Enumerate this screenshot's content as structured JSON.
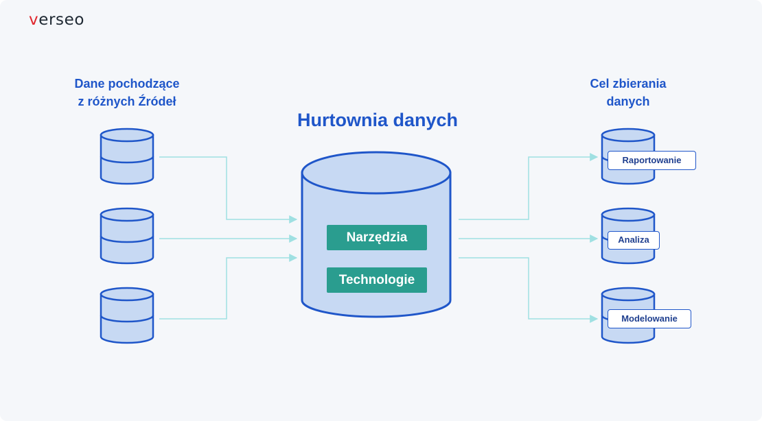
{
  "logo": {
    "text_prefix": "v",
    "text_rest": "erseo"
  },
  "sources": {
    "line1": "Dane pochodzące",
    "line2": "z różnych Źródeł"
  },
  "title": "Hurtownia danych",
  "tags": {
    "tools": "Narzędzia",
    "tech": "Technologie"
  },
  "goals": {
    "line1": "Cel zbierania",
    "line2": "danych",
    "items": [
      "Raportowanie",
      "Analiza",
      "Modelowanie"
    ]
  },
  "colors": {
    "primary": "#1f56c9",
    "cylinder_fill": "#c7d9f3",
    "connector": "#9fe0e2",
    "tag_fill": "#2a9d8f",
    "background": "#f5f7fa",
    "logo_accent": "#e0262d"
  },
  "icons": [
    "database-icon",
    "arrow-icon"
  ]
}
